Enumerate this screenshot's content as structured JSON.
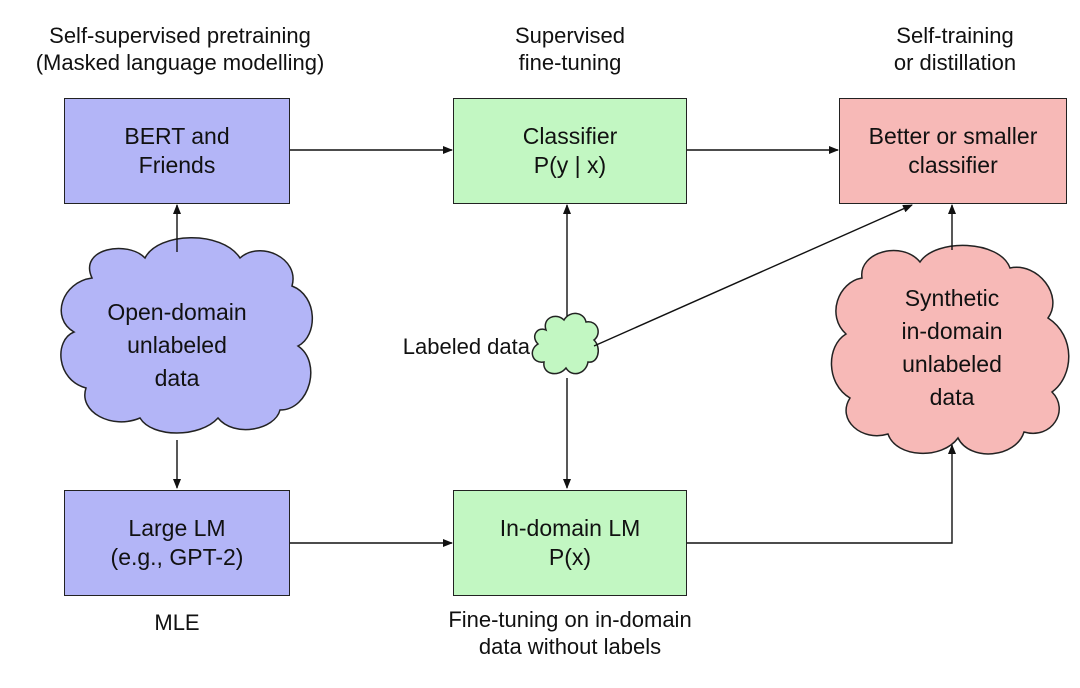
{
  "columns": {
    "left": {
      "line1": "Self-supervised pretraining",
      "line2": "(Masked language modelling)"
    },
    "middle": {
      "line1": "Supervised",
      "line2": "fine-tuning"
    },
    "right": {
      "line1": "Self-training",
      "line2": "or distillation"
    }
  },
  "boxes": {
    "bert": {
      "line1": "BERT and",
      "line2": "Friends",
      "color": "#b3b5f7"
    },
    "classifier": {
      "line1": "Classifier",
      "line2": "P(y | x)",
      "color": "#c2f7c2"
    },
    "better": {
      "line1": "Better or smaller",
      "line2": "classifier",
      "color": "#f7b9b7"
    },
    "large_lm": {
      "line1": "Large LM",
      "line2": "(e.g., GPT-2)",
      "color": "#b3b5f7"
    },
    "indomain_lm": {
      "line1": "In-domain LM",
      "line2": "P(x)",
      "color": "#c2f7c2"
    }
  },
  "clouds": {
    "open_domain": {
      "line1": "Open-domain",
      "line2": "unlabeled",
      "line3": "data",
      "color": "#b3b5f7"
    },
    "synthetic": {
      "line1": "Synthetic",
      "line2": "in-domain",
      "line3": "unlabeled",
      "line4": "data",
      "color": "#f7b9b7"
    },
    "labeled": {
      "label": "Labeled data",
      "color": "#c2f7c2"
    }
  },
  "captions": {
    "mle": "MLE",
    "finetune_line1": "Fine-tuning on in-domain",
    "finetune_line2": "data without labels"
  }
}
